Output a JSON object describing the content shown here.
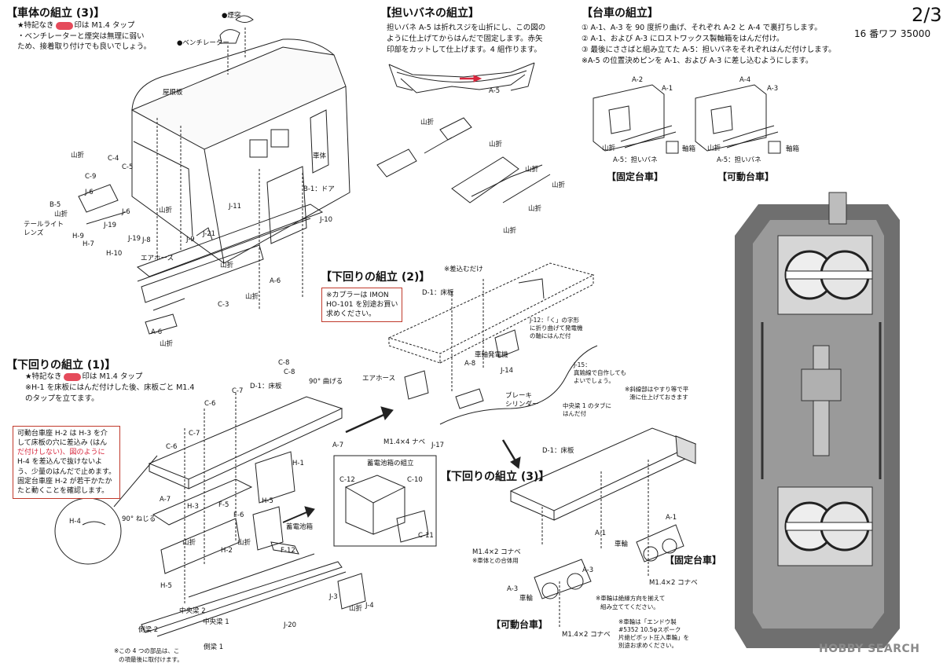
{
  "header": {
    "page_number": "2/3",
    "model_name": "16 番ワフ 35000"
  },
  "body_assembly": {
    "title": "【車体の組立 (3)】",
    "note_line1": "★特記なき",
    "note_line1b": "印は M1.4 タップ",
    "note_line2": "・ベンチレーターと煙突は無理に弱い",
    "note_line3": "ため、接着取り付けでも良いでしょう。",
    "labels": {
      "chimney": "●煙突",
      "ventilator": "●ベンチレーター",
      "roof": "屋根板",
      "body": "車体",
      "door": "B-1：ドア",
      "c4": "C-4",
      "c5": "C-5",
      "c9": "C-9",
      "j6a": "J-6",
      "j6b": "J-6",
      "b5": "B-5",
      "tail": "テールライト",
      "lens": "レンズ",
      "yama1": "山折",
      "yama2": "山折",
      "yama3": "山折",
      "yama4": "山折",
      "yama5": "山折",
      "yama6": "山折",
      "j19a": "J-19",
      "j19b": "J-19",
      "h9": "H-9",
      "h7": "H-7",
      "h10": "H-10",
      "j8": "J-8",
      "j9": "J-9",
      "j21": "J-21",
      "j11": "J-11",
      "j10": "J-10",
      "airhose": "エアホース",
      "a6a": "A-6",
      "a6b": "A-6",
      "c3": "C-3"
    }
  },
  "spring_assembly": {
    "title": "【担いバネの組立】",
    "line1": "担いバネ A-5 は折れスジを山折にし、この図の",
    "line2": "ように仕上げてからはんだで固定します。赤矢",
    "line3": "印部をカットして仕上げます。4 組作ります。",
    "a5": "A-5",
    "yama_labels": [
      "山折",
      "山折",
      "山折",
      "山折",
      "山折",
      "山折"
    ]
  },
  "bogie_assembly": {
    "title": "【台車の組立】",
    "steps": [
      "① A-1、A-3 を 90 度折り曲げ、それぞれ A-2 と A-4 で裏打ちします。",
      "② A-1、および A-3 にロストワックス製軸箱をはんだ付け。",
      "③ 最後にささばと組み立てた A-5：担いバネをそれぞれはんだ付けします。",
      "※A-5 の位置決めピンを A-1、および A-3 に差し込むようにします。"
    ],
    "labels": {
      "a2": "A-2",
      "a1": "A-1",
      "a4": "A-4",
      "a3": "A-3",
      "yama_l": "山折",
      "yama_r": "山折",
      "axlebox_l": "軸箱",
      "axlebox_r": "軸箱",
      "a5_l": "A-5：担いバネ",
      "a5_r": "A-5：担いバネ"
    },
    "fixed": "【固定台車】",
    "movable": "【可動台車】"
  },
  "underframe1": {
    "title": "【下回りの組立 (1)】",
    "note1": "★特記なき",
    "note1b": "印は M1.4 タップ",
    "note2": "※H-1 を床板にはんだ付けした後、床板ごと M1.4",
    "note3": "のタップを立てます。",
    "callout": [
      "可動台車座 H-2 は H-3 を介",
      "して床板の穴に差込み (はん",
      "だ付けしない)、図のように",
      "H-4 を差込んで抜けないよ",
      "う、少量のはんだで止めます。",
      "固定台車座 H-2 が若干かたか",
      "たと動くことを確認します。"
    ],
    "labels": {
      "c8a": "C-8",
      "c8b": "C-8",
      "deg90a": "90° 曲げる",
      "c7a": "C-7",
      "c7b": "C-7",
      "d1": "D-1：床板",
      "c6a": "C-6",
      "c6b": "C-6",
      "a7a": "A-7",
      "a7b": "A-7",
      "h1": "H-1",
      "h4": "H-4",
      "deg90b": "90° ねじる",
      "h3": "H-3",
      "f5": "F-5",
      "f6": "F-6",
      "h5a": "H-5",
      "h5b": "H-5",
      "h2": "H-2",
      "yama1": "山折",
      "yama2": "山折",
      "battery": "蓄電池箱",
      "f12": "F-12",
      "j3": "J-3",
      "j4": "J-4",
      "yama3": "山折",
      "center2": "中央梁 2",
      "center1": "中央梁 1",
      "side2": "側梁 2",
      "side1": "側梁 1",
      "j20": "J-20",
      "footnote1": "※この 4 つの部品は、こ",
      "footnote2": "の項最後に取付けます。"
    },
    "battery_box": {
      "title": "蓄電池箱の組立",
      "c12": "C-12",
      "c10": "C-10",
      "c11": "C-11"
    }
  },
  "underframe2": {
    "title": "【下回りの組立 (2)】",
    "note": [
      "※カプラーは IMON",
      "HO-101 を別途お買い",
      "求めください。"
    ],
    "labels": {
      "insert_only": "※差込むだけ",
      "d1": "D-1：床板",
      "j12": [
        "J-12：「く」の字形",
        "に折り曲げて発電機",
        "の軸にはんだ付"
      ],
      "generator": "車軸発電機",
      "a8": "A-8",
      "j14": "J-14",
      "airhose": "エアホース",
      "brake": [
        "ブレーキ",
        "シリンダー"
      ],
      "screw": "M1.4×4 ナベ",
      "j17": "J-17",
      "j15": [
        "J-15：",
        "真鍮線で自作しても",
        "よいでしょう。"
      ],
      "center_tab": [
        "中央梁 1 のタブに",
        "はんだ付"
      ],
      "hatch": [
        "※斜線部はやすり等で平",
        "滑に仕上げておきます"
      ]
    }
  },
  "underframe3": {
    "title": "【下回りの組立 (3)】",
    "labels": {
      "d1": "D-1：床板",
      "a1a": "A-1",
      "a1b": "A-1",
      "wheel_a": "車輪",
      "wheel_b": "車輪",
      "screw_a": "M1.4×2 コナベ",
      "screw_a_note": "※車体との合体用",
      "screw_b": "M1.4×2 コナベ",
      "screw_c": "M1.4×2 コナベ",
      "a3a": "A-3",
      "a3b": "A-3",
      "fixed": "【固定台車】",
      "movable": "【可動台車】",
      "wheel_note": [
        "※車輪は絶縁方向を揃えて",
        "組み立ててください。"
      ],
      "wheel_note2": [
        "※車輪は「エンドウ製",
        "#5352 10.5φスポーク",
        "片絶ピボット圧入車輪」を",
        "別途お求めください。"
      ]
    }
  },
  "watermark": "HOBBY SEARCH",
  "colors": {
    "accent_red": "#d7263d",
    "line": "#222222"
  }
}
